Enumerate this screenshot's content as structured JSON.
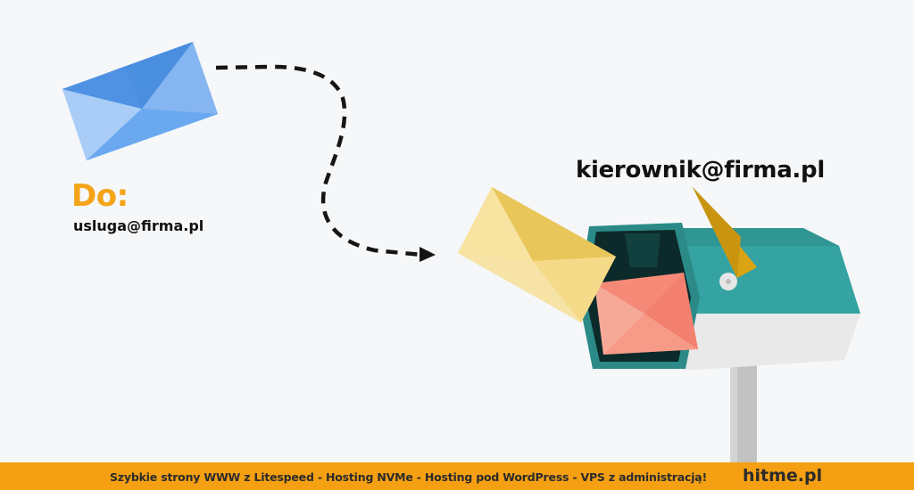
{
  "sender": {
    "to_label": "Do:",
    "to_address": "usluga@firma.pl"
  },
  "recipient": {
    "address": "kierownik@firma.pl"
  },
  "footer": {
    "tagline": "Szybkie strony WWW z Litespeed - Hosting  NVMe - Hosting pod WordPress - VPS z administracją!",
    "brand": "hitme.pl"
  },
  "icons": [
    "blue-envelope-icon",
    "yellow-envelope-icon",
    "red-envelope-icon",
    "mailbox-icon",
    "mailbox-flag-icon",
    "dashed-arrow-icon"
  ],
  "colors": {
    "accent_orange": "#f5a317",
    "footer_bg": "#f5a012",
    "mailbox_teal": "#34a3a1",
    "envelope_blue": "#5b9eea",
    "envelope_yellow": "#f3d57a",
    "envelope_red": "#f58a78",
    "background": "#f5f7f9"
  }
}
